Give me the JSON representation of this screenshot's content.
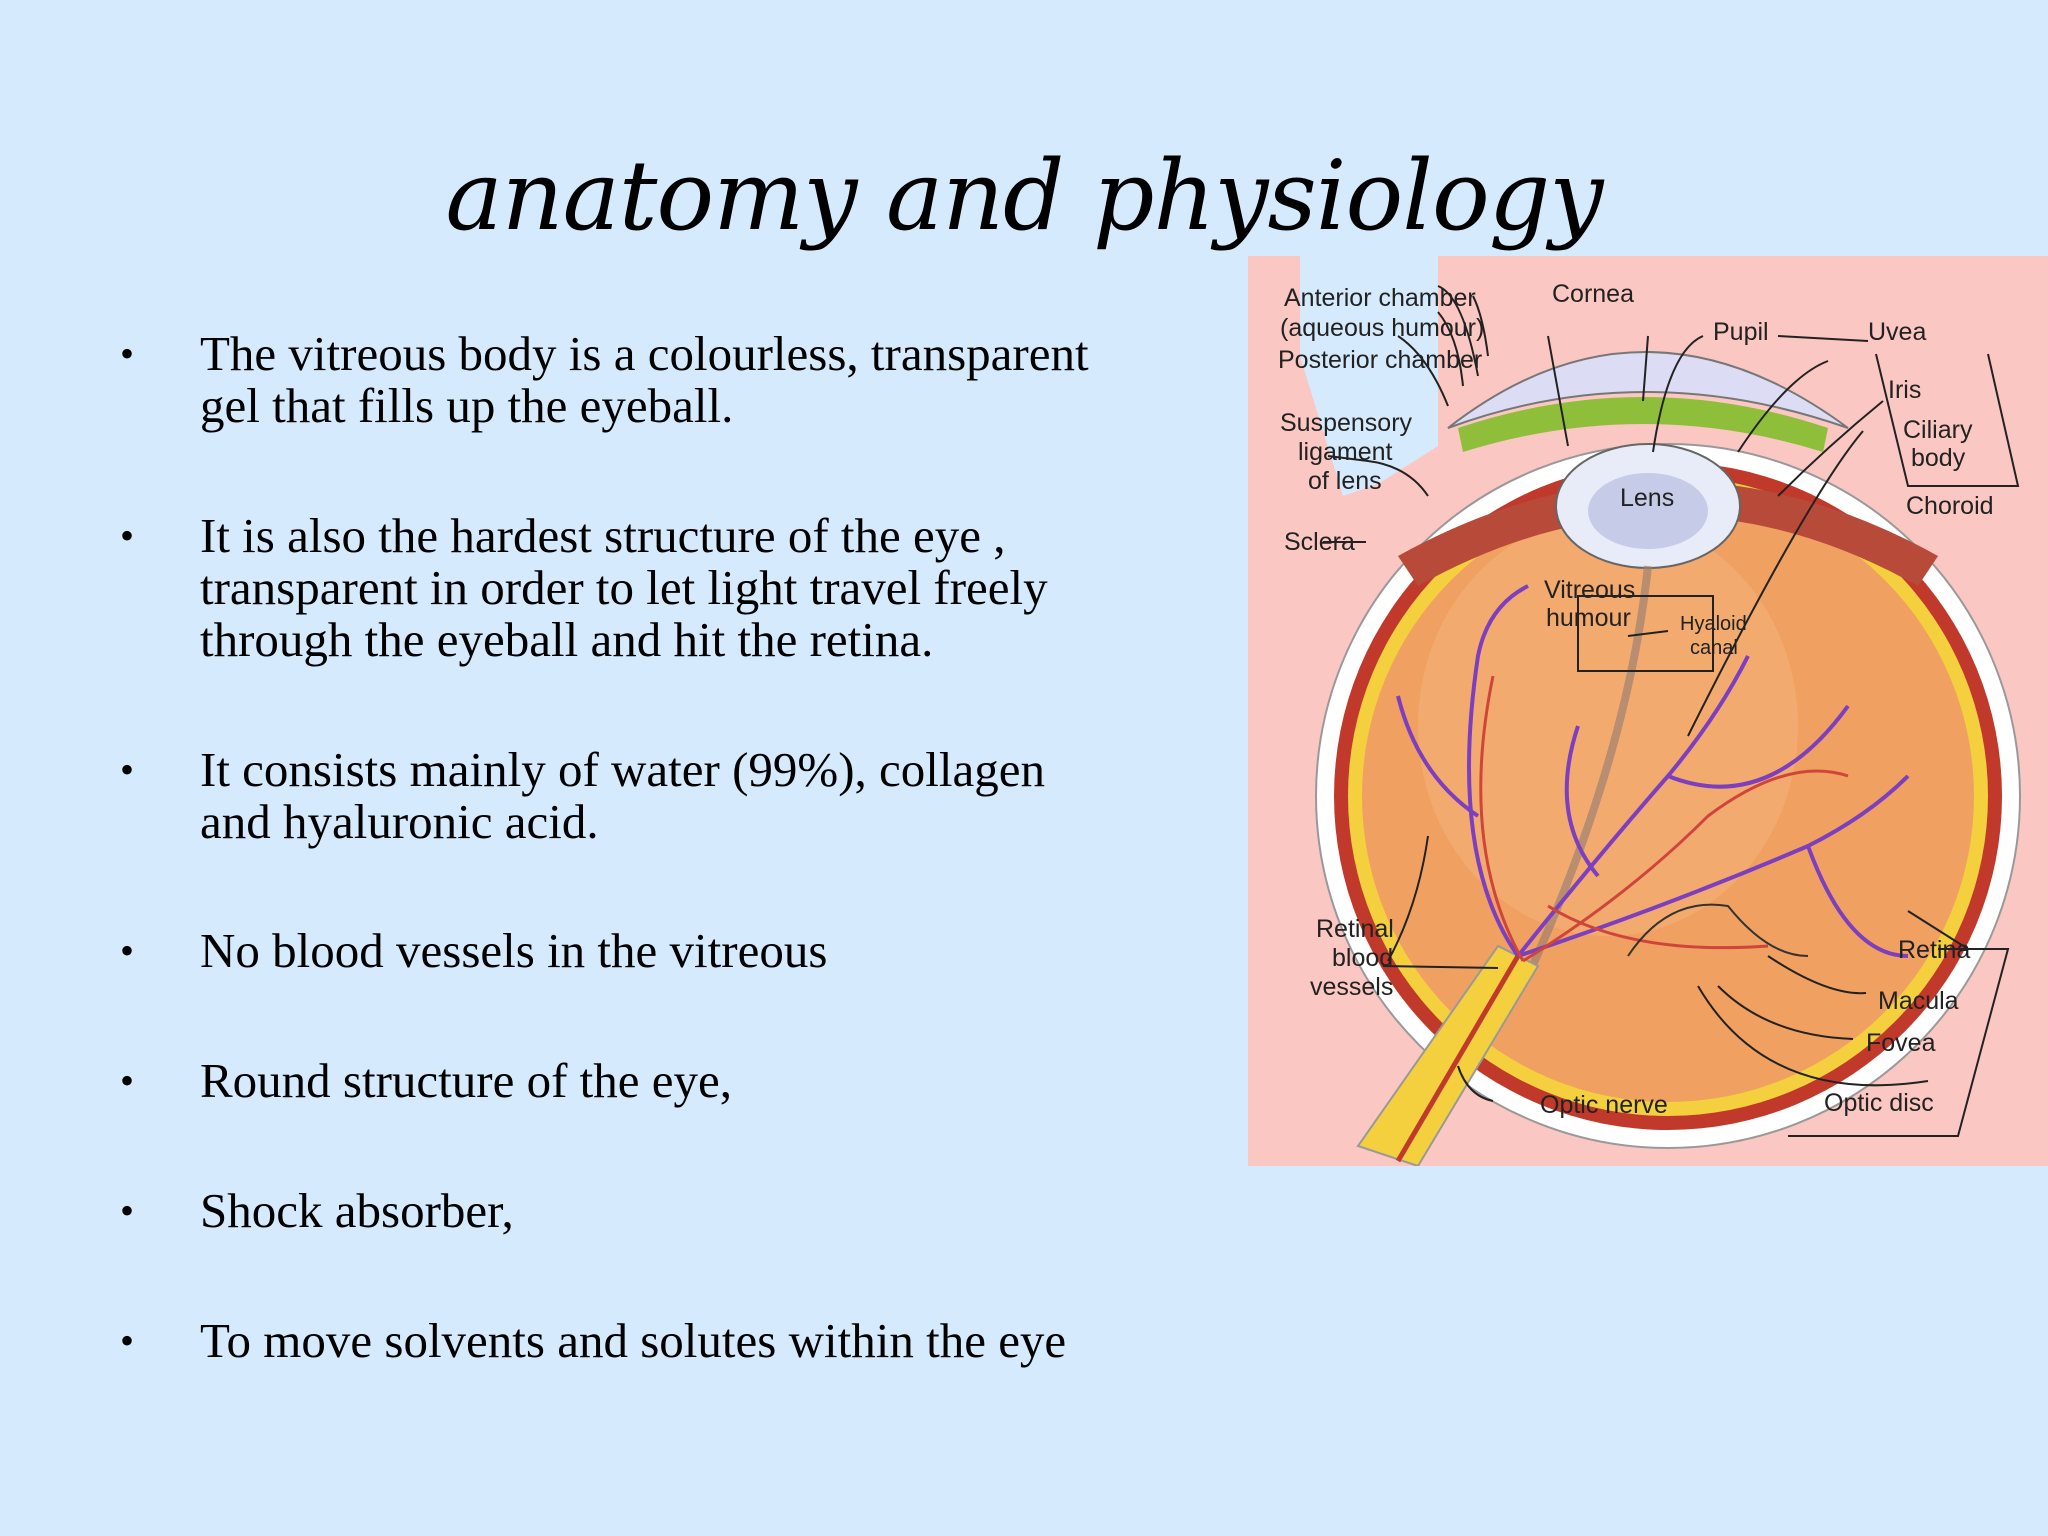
{
  "slide": {
    "title": "anatomy and physiology",
    "bullet_char": "•",
    "bullets": [
      "The vitreous body is a colourless, transparent\ngel that fills up the eyeball.",
      " It is also the hardest structure of the eye ,\ntransparent in order to let light travel freely\nthrough the eyeball and hit the retina.",
      " It consists mainly of water (99%), collagen\nand hyaluronic acid.",
      " No blood vessels in the vitreous",
      " Round structure of the eye,",
      "Shock absorber,",
      "To move solvents and solutes within the eye"
    ]
  },
  "diagram": {
    "labels": {
      "anterior_chamber": "Anterior chamber",
      "aqueous_humour": "(aqueous humour)",
      "posterior_chamber": "Posterior chamber",
      "cornea": "Cornea",
      "pupil": "Pupil",
      "uvea": "Uvea",
      "iris": "Iris",
      "ciliary_1": "Ciliary",
      "ciliary_2": "body",
      "choroid": "Choroid",
      "suspensory_1": "Suspensory",
      "suspensory_2": "ligament",
      "suspensory_3": "of lens",
      "lens": "Lens",
      "sclera": "Sclera",
      "vitreous_1": "Vitreous",
      "vitreous_2": "humour",
      "hyaloid_1": "Hyaloid",
      "hyaloid_2": "canal",
      "retinal_1": "Retinal",
      "retinal_2": "blood",
      "retinal_3": "vessels",
      "retina": "Retina",
      "macula": "Macula",
      "fovea": "Fovea",
      "optic_disc": "Optic disc",
      "optic_nerve": "Optic nerve"
    },
    "colors": {
      "background": "#fbc7c2",
      "sclera": "#ffffff",
      "choroid": "#c0392b",
      "retina": "#f4d03f",
      "vitreous": "#f0a060",
      "lens": "#e8ecf8",
      "cornea": "#dcdcf4",
      "vessel": "#7b3fbf"
    }
  }
}
